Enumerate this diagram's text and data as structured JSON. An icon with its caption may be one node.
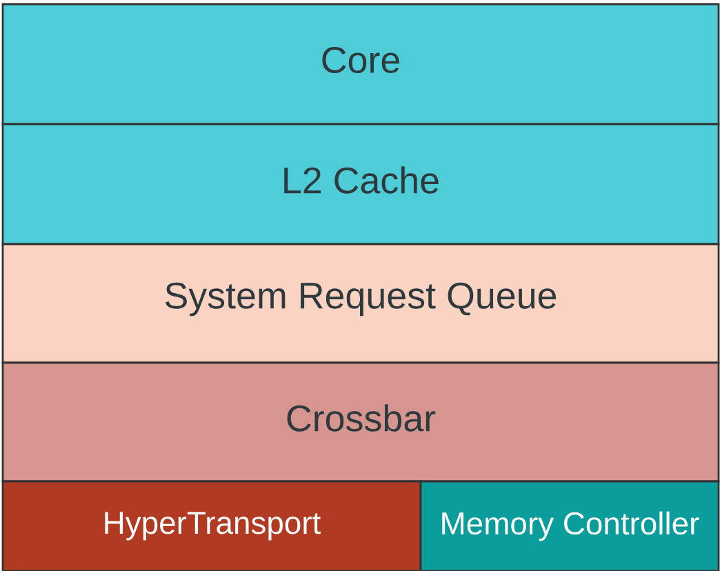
{
  "diagram": {
    "nodes": [
      {
        "text": [
          "Core"
        ]
      },
      {
        "text": [
          "L2 Cache"
        ]
      },
      {
        "text": [
          "System Request Queue"
        ]
      },
      {
        "text": [
          "Crossbar"
        ]
      },
      {
        "text": [
          "HyperTransport"
        ]
      },
      {
        "text": [
          "Memory Controller"
        ]
      }
    ]
  }
}
